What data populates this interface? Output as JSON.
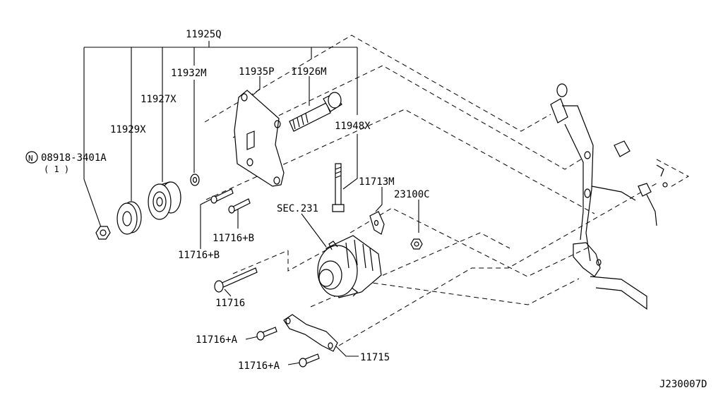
{
  "labels": {
    "kit": "11925Q",
    "washer_nut": "11932M",
    "bracket": "11935P",
    "long_bolt": "11926M",
    "pulley": "11927X",
    "idler": "11929X",
    "nut_part": "08918-3401A",
    "nut_badge": "N",
    "nut_qty": "( 1 )",
    "stud": "11948X",
    "clip": "11713M",
    "nut_c": "23100C",
    "sec": "SEC.231",
    "bolt_b1": "11716+B",
    "bolt_b2": "11716+B",
    "bolt": "11716",
    "bolt_a1": "11716+A",
    "bolt_a2": "11716+A",
    "adjust_bar": "11715",
    "diagram_id": "J230007D"
  }
}
